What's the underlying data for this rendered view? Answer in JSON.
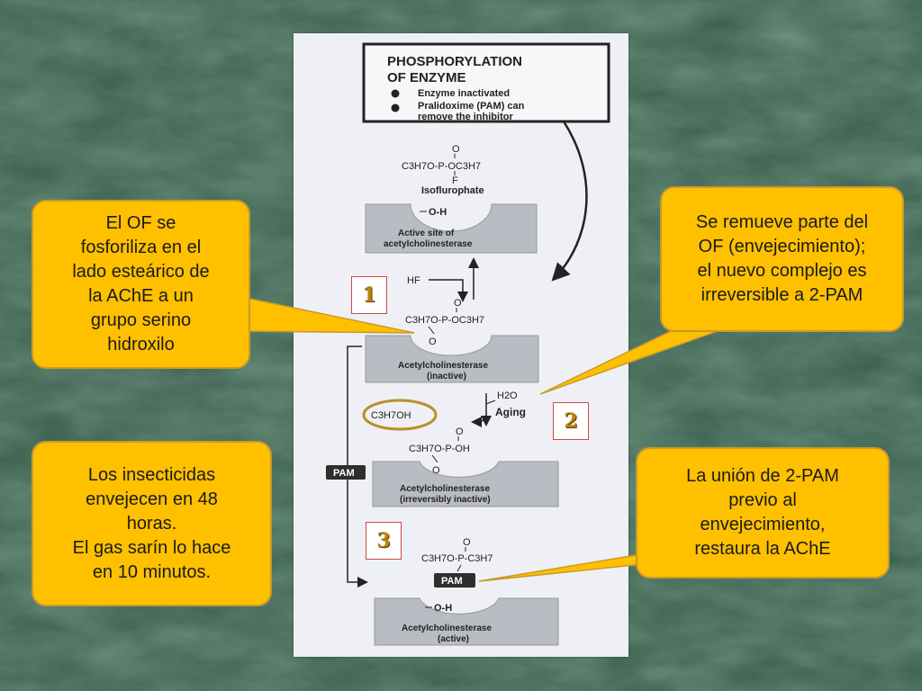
{
  "diagram": {
    "header": {
      "title_line1": "PHOSPHORYLATION",
      "title_line2": "OF ENZYME",
      "bullet1": "Enzyme inactivated",
      "bullet2_line1": "Pralidoxime (PAM) can",
      "bullet2_line2": "remove the inhibitor"
    },
    "isofluorophate": {
      "o_label": "O",
      "formula_left": "C",
      "p_label": "P",
      "f_label": "F",
      "name": "Isoflurophate",
      "formula": "C3H7O-P-OC3H7"
    },
    "enzyme_active_site": {
      "oh": "O-H",
      "label_line1": "Active site of",
      "label_line2": "acetylcholinesterase"
    },
    "hf_label": "HF",
    "enzyme_inactive": {
      "formula": "C3H7O-P-OC3H7",
      "label_line1": "Acetylcholinesterase",
      "label_line2": "(inactive)"
    },
    "aging": {
      "h2o": "H2O",
      "label": "Aging",
      "byproduct": "C3H7OH"
    },
    "enzyme_irreversible": {
      "formula": "C3H7O-P-OH",
      "label_line1": "Acetylcholinesterase",
      "label_line2": "(irreversibly inactive)"
    },
    "pam_label": "PAM",
    "pam_complex": {
      "formula": "C3H7O-P-C3H7",
      "pam": "PAM"
    },
    "enzyme_reactivated": {
      "oh": "O-H",
      "label_line1": "Acetylcholinesterase",
      "label_line2": "(active)"
    }
  },
  "markers": {
    "one": "1",
    "two": "2",
    "three": "3"
  },
  "callouts": {
    "phosphorylation": "El OF se\nfosforiliza en el\nlado esteárico de\nla AChE a un\ngrupo serino\nhidroxilo",
    "aging": "Se remueve parte del\nOF (envejecimiento);\nel nuevo complejo es\nirreversible a 2-PAM",
    "insecticides": "Los insecticidas\nenvejecen en 48\nhoras.\nEl gas sarín lo hace\nen 10 minutos.",
    "pam_binding": "La unión de 2-PAM\nprevio al\nenvejecimiento,\nrestaura la AChE"
  },
  "colors": {
    "background": "#3f6450",
    "callout_fill": "#ffc000",
    "marker_border": "#d04848",
    "marker_digit": "#b8860b",
    "highlight_ring": "#b8902a"
  }
}
